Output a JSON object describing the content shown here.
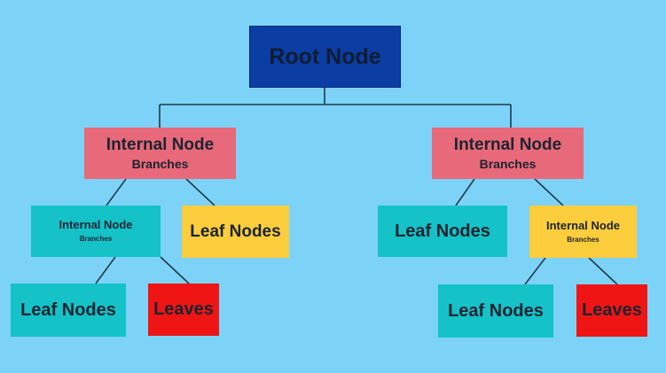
{
  "tree": {
    "root": {
      "label": "Root Node"
    },
    "left": {
      "internal": {
        "label": "Internal Node",
        "sub": "Branches"
      },
      "child_internal": {
        "label": "Internal Node",
        "sub": "Branches"
      },
      "child_leaf": {
        "label": "Leaf Nodes"
      },
      "grandchild_leaf": {
        "label": "Leaf Nodes"
      },
      "grandchild_leaves": {
        "label": "Leaves"
      }
    },
    "right": {
      "internal": {
        "label": "Internal Node",
        "sub": "Branches"
      },
      "child_leaf": {
        "label": "Leaf Nodes"
      },
      "child_internal": {
        "label": "Internal Node",
        "sub": "Branches"
      },
      "grandchild_leaf": {
        "label": "Leaf Nodes"
      },
      "grandchild_leaves": {
        "label": "Leaves"
      }
    }
  },
  "colors": {
    "background": "#7dd3f7",
    "root": "#0b3da3",
    "internal_top": "#e8697a",
    "teal": "#14c2c8",
    "yellow": "#fccd3c",
    "red": "#ef1515",
    "connector": "#1f3a4a"
  }
}
